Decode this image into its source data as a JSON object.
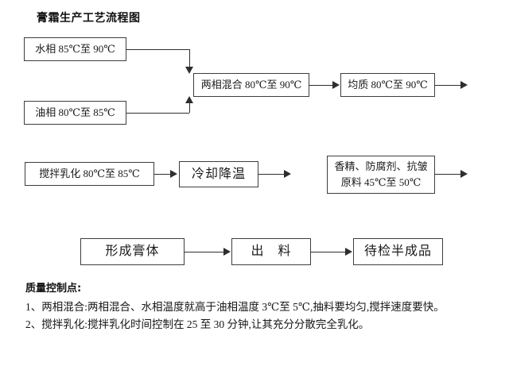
{
  "document": {
    "title": "膏霜生产工艺流程图"
  },
  "flowchart": {
    "nodes": [
      {
        "id": "water-phase",
        "label": "水相 85℃至 90℃"
      },
      {
        "id": "oil-phase",
        "label": "油相 80℃至 85℃"
      },
      {
        "id": "two-phase-mix",
        "label": "两相混合 80℃至 90℃"
      },
      {
        "id": "homogenize",
        "label": "均质 80℃至 90℃"
      },
      {
        "id": "stir-emulsify",
        "label": "搅拌乳化 80℃至 85℃"
      },
      {
        "id": "cool-down",
        "label": "冷却降温"
      },
      {
        "id": "additives",
        "label_line1": "香精、防腐剂、抗皱",
        "label_line2": "原料 45℃至 50℃"
      },
      {
        "id": "form-paste",
        "label": "形成膏体"
      },
      {
        "id": "discharge",
        "label": "出　料"
      },
      {
        "id": "pending-inspect",
        "label": "待检半成品"
      }
    ]
  },
  "quality_control": {
    "heading": "质量控制点:",
    "items": [
      {
        "number": "1、",
        "text": "两相混合:两相混合、水相温度就高于油相温度 3℃至 5℃,抽料要均匀,搅拌速度要快。"
      },
      {
        "number": "2、",
        "text": "搅拌乳化:搅拌乳化时间控制在 25 至 30 分钟,让其充分分散完全乳化。"
      }
    ]
  },
  "colors": {
    "line": "#2e2e2e",
    "box_border": "#3d3d3d",
    "background": "#ffffff",
    "text": "#1a1a1a"
  }
}
